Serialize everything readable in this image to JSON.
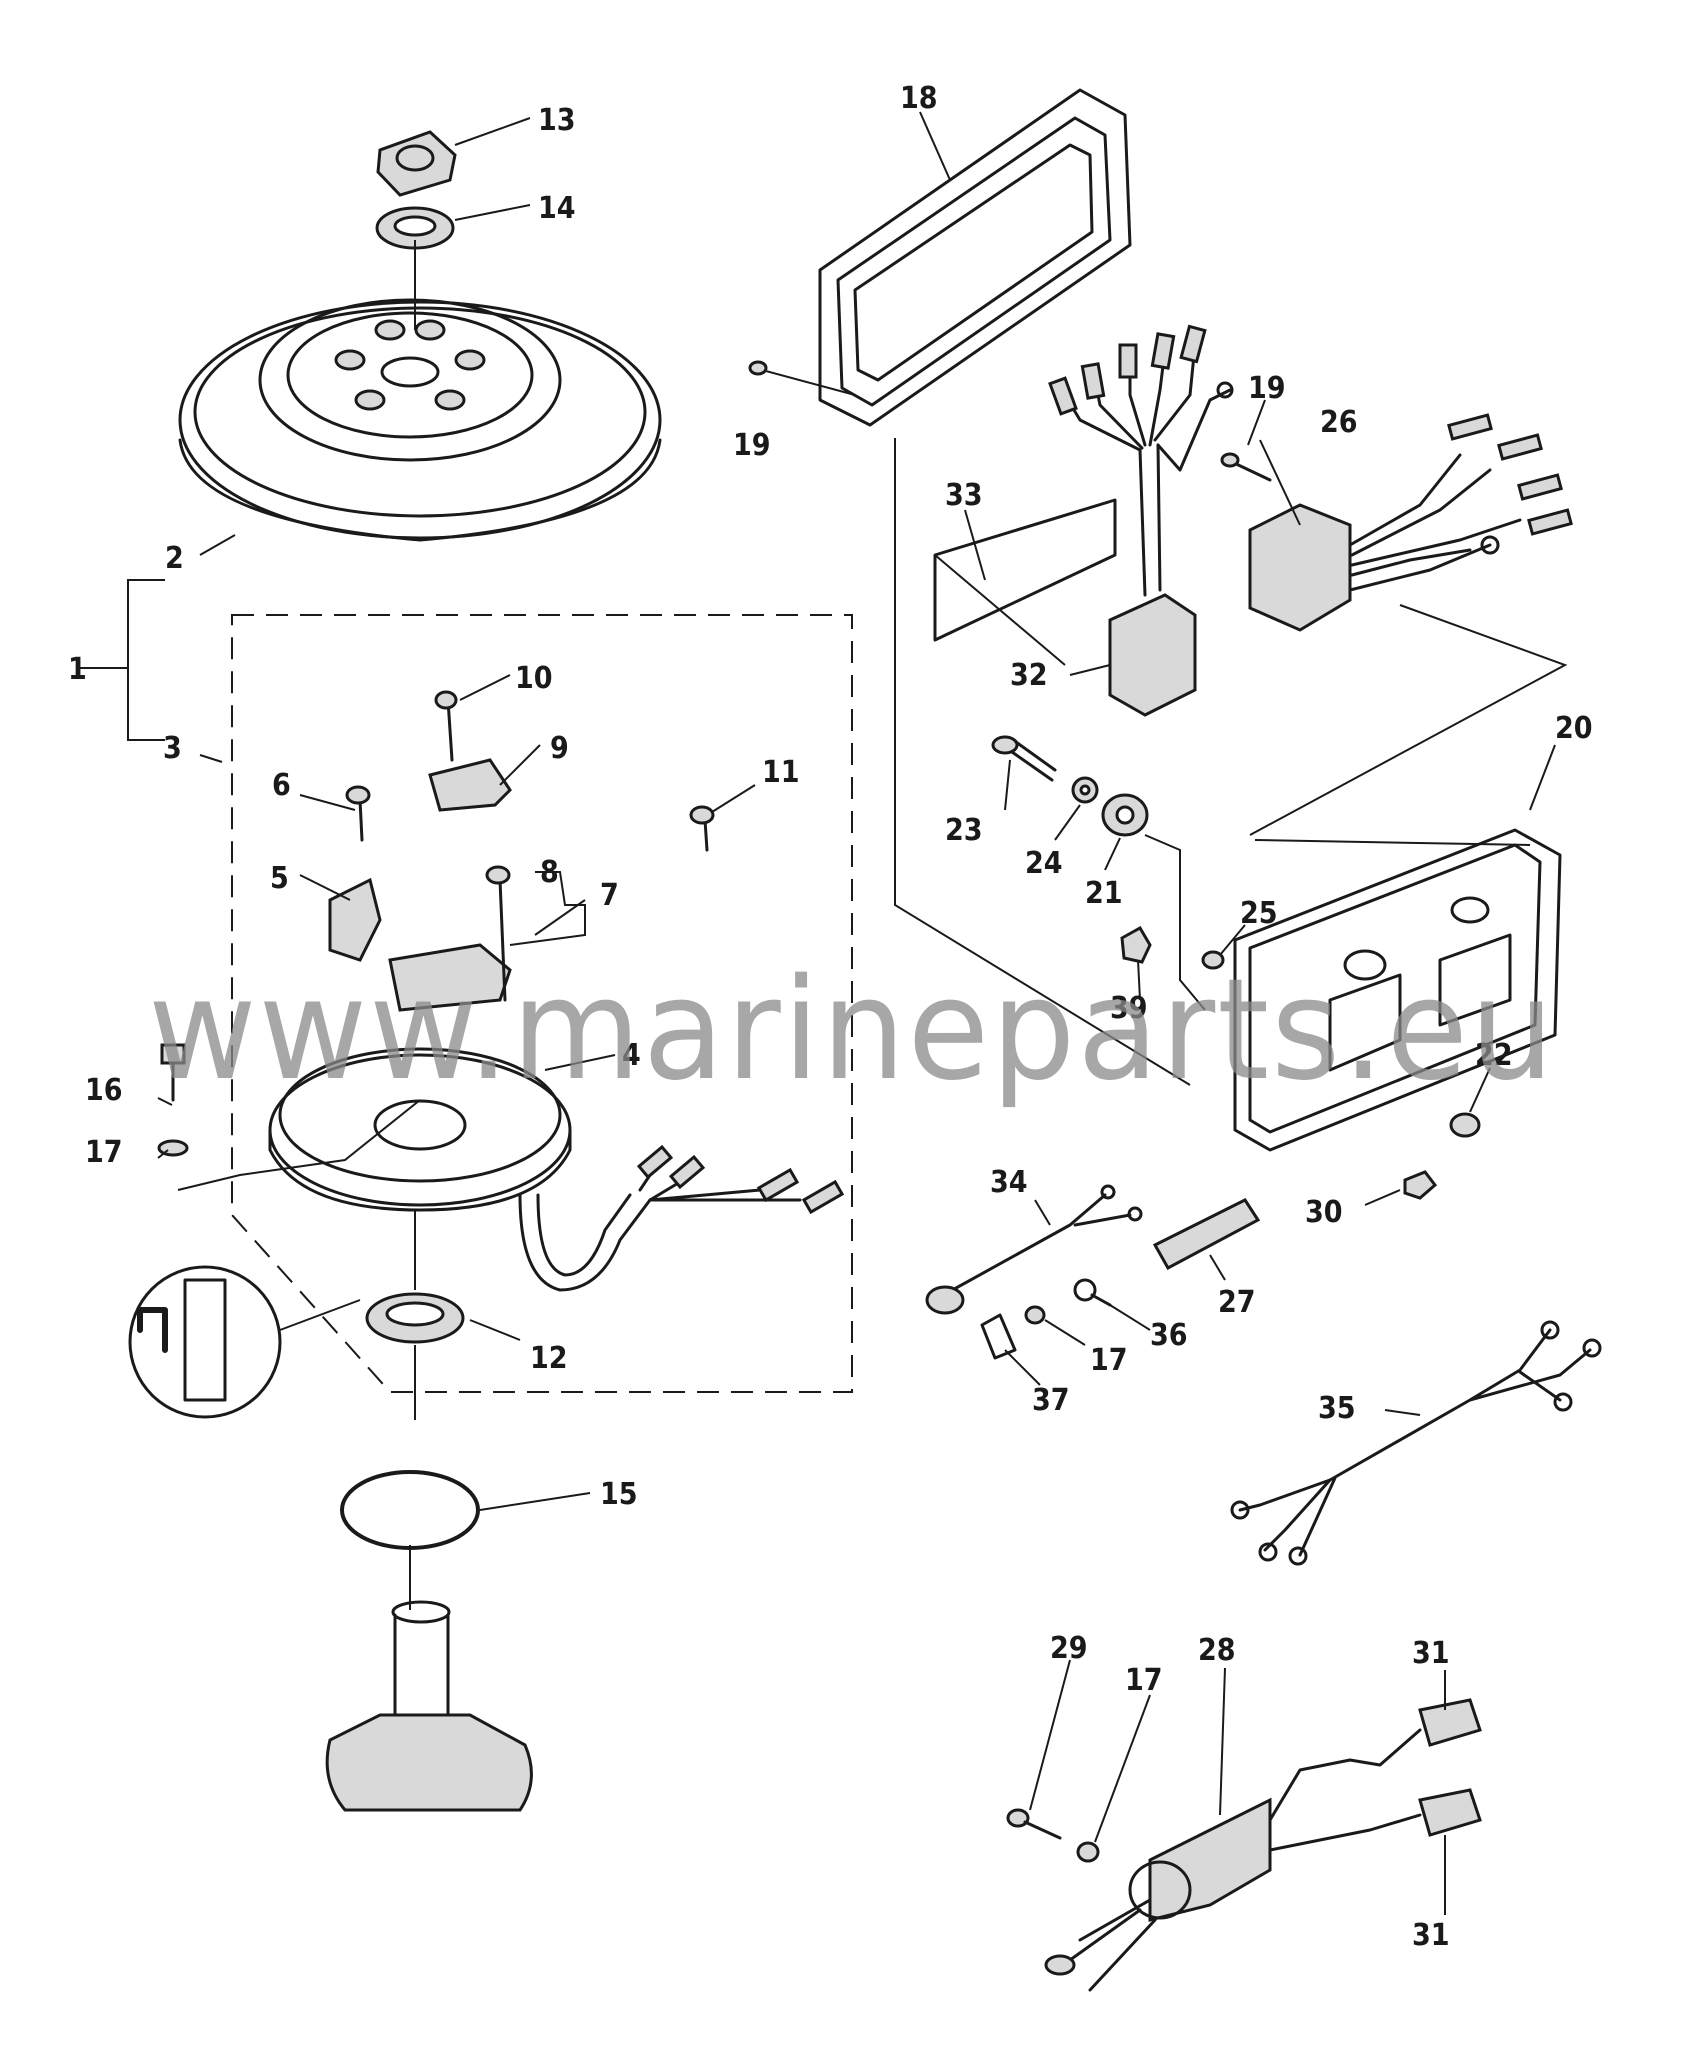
{
  "watermark": "www.marineparts.eu",
  "callouts": [
    "1",
    "2",
    "3",
    "4",
    "5",
    "6",
    "7",
    "8",
    "9",
    "10",
    "11",
    "12",
    "13",
    "14",
    "15",
    "16",
    "17",
    "17",
    "17",
    "18",
    "19",
    "19",
    "20",
    "21",
    "22",
    "23",
    "24",
    "25",
    "26",
    "27",
    "28",
    "29",
    "30",
    "31",
    "31",
    "32",
    "33",
    "34",
    "35",
    "36",
    "37",
    "39"
  ]
}
